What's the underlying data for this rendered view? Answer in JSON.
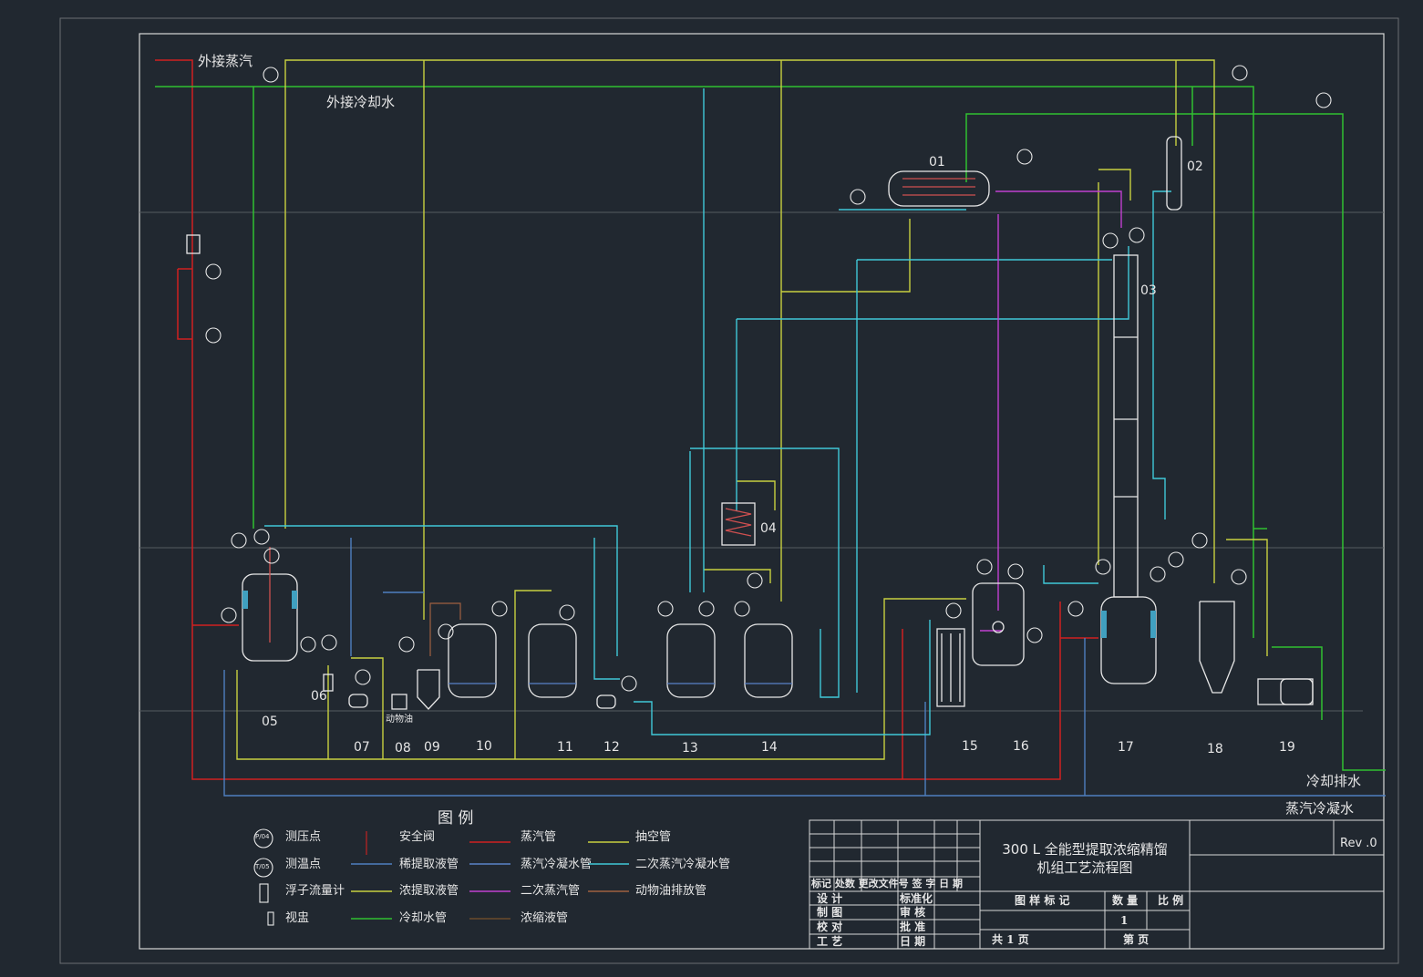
{
  "labels": {
    "steam_in": "外接蒸汽",
    "cooling_in": "外接冷却水",
    "cooling_out": "冷却排水",
    "condensate_out": "蒸汽冷凝水",
    "animal_oil": "动物油"
  },
  "equipment": [
    "01",
    "02",
    "03",
    "04",
    "05",
    "06",
    "07",
    "08",
    "09",
    "10",
    "11",
    "12",
    "13",
    "14",
    "15",
    "16",
    "17",
    "18",
    "19"
  ],
  "legend": {
    "title": "图  例",
    "symbols": [
      {
        "tag": "P/04",
        "text": "测压点"
      },
      {
        "tag": "T/05",
        "text": "测温点"
      },
      {
        "tag": "",
        "text": "浮子流量计"
      },
      {
        "tag": "",
        "text": "视盅"
      }
    ],
    "valve": "安全阀",
    "lines": [
      {
        "text": "稀提取液管",
        "color": "#4f7fc0"
      },
      {
        "text": "浓提取液管",
        "color": "#c8d040"
      },
      {
        "text": "冷却水管",
        "color": "#31c031"
      },
      {
        "text": "蒸汽管",
        "color": "#d02020"
      },
      {
        "text": "蒸汽冷凝水管",
        "color": "#5a82c8"
      },
      {
        "text": "二次蒸汽管",
        "color": "#c040d0"
      },
      {
        "text": "浓缩液管",
        "color": "#6a4a2a"
      },
      {
        "text": "抽空管",
        "color": "#c8d040"
      },
      {
        "text": "二次蒸汽冷凝水管",
        "color": "#40c8d8"
      },
      {
        "text": "动物油排放管",
        "color": "#a06040"
      }
    ]
  },
  "title_block": {
    "title_line1": "300 L 全能型提取浓缩精馏",
    "title_line2": "机组工艺流程图",
    "rev": "Rev .0",
    "header": "标记 处数 更改文件号  签  字 日 期",
    "rows_left": [
      "设   计",
      "制   图",
      "校   对",
      "工   艺"
    ],
    "rows_mid": [
      "标准化",
      "审  核",
      "批  准",
      "日  期"
    ],
    "col_heads": [
      "图 样 标 记",
      "数  量",
      "比 例"
    ],
    "qty": "1",
    "total": "共   1   页",
    "page": "第      页"
  },
  "colors": {
    "bg": "#212830",
    "frame": "#d8d8d8",
    "steam": "#d02020",
    "cooling": "#31c031",
    "vacuum": "#c8d040",
    "dilute": "#4f7fc0",
    "secondary_condensate": "#40c8d8",
    "secondary_steam": "#c040d0",
    "equipment": "#e8e8e8"
  }
}
